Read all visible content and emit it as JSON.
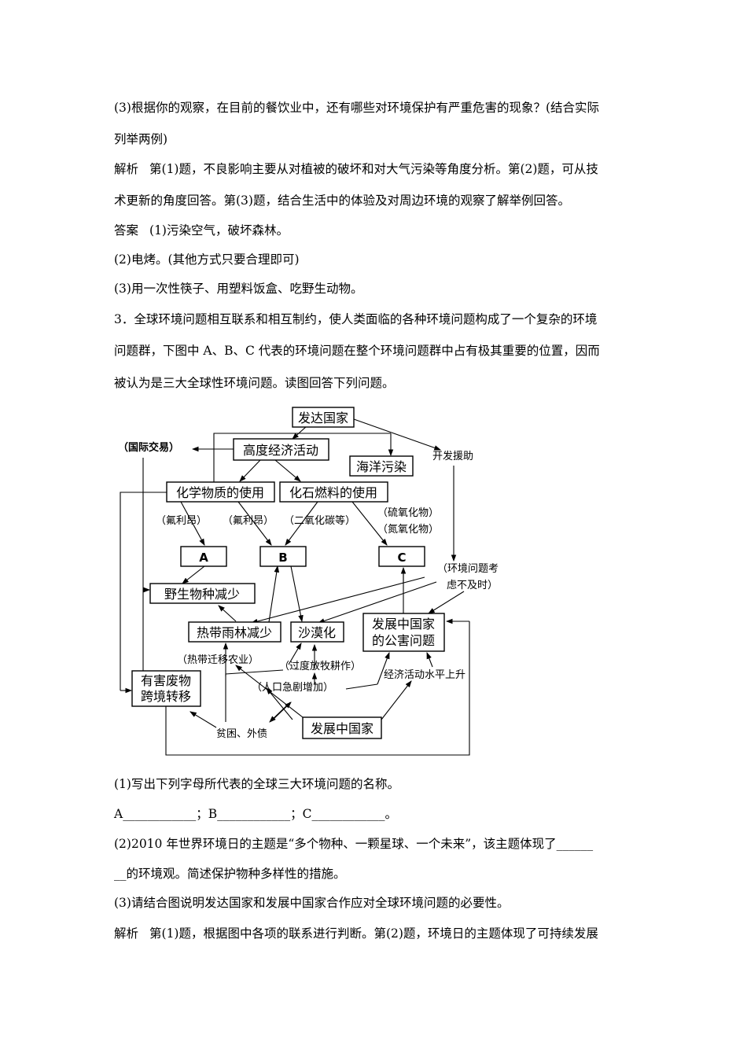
{
  "lines_top": [
    "(3)根据你的观察，在目前的餐饮业中，还有哪些对环境保护有严重危害的现象？(结合实际",
    "列举两例)",
    "第(1)题，不良影响主要从对植被的破坏和对大气污染等角度分析。第(2)题，可从技",
    "术更新的角度回答。第(3)题，结合生活中的体验及对周边环境的观察了解举例回答。",
    "(1)污染空气，破坏森林。",
    "(2)电烤。(其他方式只要合理即可)",
    "(3)用一次性筷子、用塑料饭盒、吃野生动物。",
    "3．全球环境问题相互联系和相互制约，使人类面临的各种环境问题构成了一个复杂的环境",
    "问题群，下图中 A、B、C 代表的环境问题在整个环境问题群中占有极其重要的位置，因而",
    "被认为是三大全球性环境问题。读图回答下列问题。"
  ],
  "labels": {
    "analysis": "解析",
    "answer": "答案"
  },
  "diagram": {
    "developed": "发达国家",
    "high_econ": "高度经济活动",
    "trade": "（国际交易）",
    "ocean": "海洋污染",
    "aid": "开发援助",
    "chem": "化学物质的使用",
    "fossil": "化石燃料的使用",
    "cfc1": "（氟利昂）",
    "cfc2": "（氟利昂）",
    "co2": "（二氧化碳等）",
    "sox": "（硫氧化物）",
    "nox": "（氮氧化物）",
    "a": "A",
    "b": "B",
    "c": "C",
    "env1": "（环境问题考",
    "env2": "虑不及时）",
    "species": "野生物种减少",
    "forest": "热带雨林减少",
    "desert": "沙漠化",
    "pollution1": "发展中国家",
    "pollution2": "的公害问题",
    "shifting": "（热带迁移农业）",
    "overgraze": "（过度放牧耕作）",
    "econ_rise": "经济活动水平上升",
    "population": "（人口急剧增加）",
    "waste1": "有害废物",
    "waste2": "跨境转移",
    "poverty": "贫困、外债",
    "developing": "发展中国家"
  },
  "lines_bottom": [
    "(1)写出下列字母所代表的全球三大环境问题的名称。",
    "A____________；B____________；C____________。",
    "(2)2010 年世界环境日的主题是“多个物种、一颗星球、一个未来”，该主题体现了______",
    "__的环境观。简述保护物种多样性的措施。",
    "(3)请结合图说明发达国家和发展中国家合作应对全球环境问题的必要性。",
    "第(1)题，根据图中各项的联系进行判断。第(2)题，环境日的主题体现了可持续发展"
  ]
}
